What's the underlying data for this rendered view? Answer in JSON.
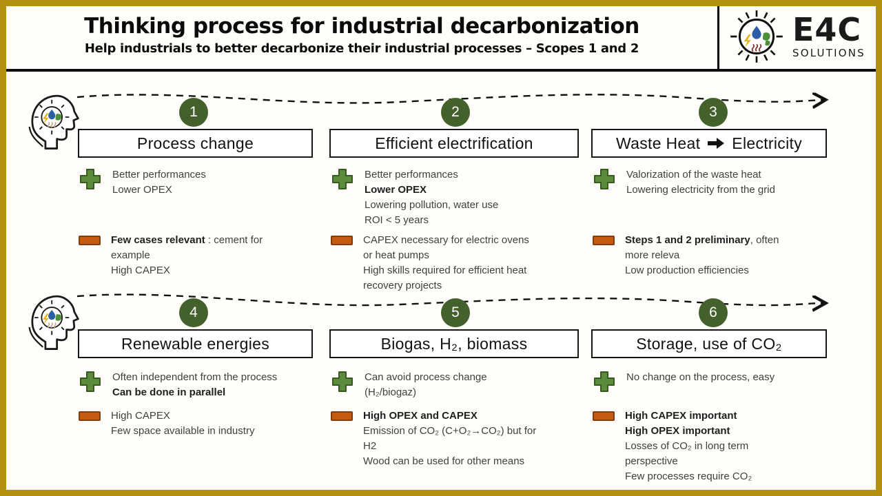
{
  "header": {
    "title": "Thinking process for industrial decarbonization",
    "subtitle": "Help industrials to better decarbonize their industrial processes – Scopes 1 and 2"
  },
  "logo": {
    "brand": "E4C",
    "tagline": "SOLUTIONS"
  },
  "steps": [
    {
      "number": "1",
      "title": "Process change",
      "pros": [
        {
          "n": "Better performances"
        },
        {
          "n": "Lower OPEX"
        }
      ],
      "cons": [
        {
          "b": "Few cases relevant",
          "n": " : cement for"
        },
        {
          "n": "example"
        },
        {
          "n": "High CAPEX"
        }
      ]
    },
    {
      "number": "2",
      "title": "Efficient electrification",
      "pros": [
        {
          "n": "Better performances"
        },
        {
          "b": "Lower OPEX"
        },
        {
          "n": "Lowering pollution, water use"
        },
        {
          "n": "ROI < 5 years"
        }
      ],
      "cons": [
        {
          "n": "CAPEX necessary for electric ovens"
        },
        {
          "n": "or heat pumps"
        },
        {
          "n": "High skills required for efficient heat"
        },
        {
          "n": "recovery projects"
        }
      ]
    },
    {
      "number": "3",
      "title_pre": "Waste Heat",
      "title_post": "Electricity",
      "pros": [
        {
          "n": "Valorization of the waste heat"
        },
        {
          "n": "Lowering electricity from the grid"
        }
      ],
      "cons": [
        {
          "b": "Steps 1 and 2 preliminary",
          "n": ", often"
        },
        {
          "n": "more releva"
        },
        {
          "n": "Low production efficiencies"
        }
      ]
    },
    {
      "number": "4",
      "title": "Renewable energies",
      "pros": [
        {
          "n": "Often independent from the process"
        },
        {
          "b": "Can be done in parallel"
        }
      ],
      "cons": [
        {
          "n": "High CAPEX"
        },
        {
          "n": "Few space available in industry"
        }
      ]
    },
    {
      "number": "5",
      "title": "Biogas, H₂, biomass",
      "pros": [
        {
          "n": "Can avoid process change"
        },
        {
          "n": "(H₂/biogaz)"
        }
      ],
      "cons": [
        {
          "b": "High OPEX and CAPEX"
        },
        {
          "n": "Emission of CO₂ (C+O₂→CO₂) but for"
        },
        {
          "n": "H2"
        },
        {
          "n": "Wood can be used for other means"
        }
      ]
    },
    {
      "number": "6",
      "title": "Storage, use of CO₂",
      "pros": [
        {
          "n": "No change on the process, easy"
        }
      ],
      "cons": [
        {
          "b": "High CAPEX important"
        },
        {
          "b": "High OPEX important"
        },
        {
          "n": "Losses of CO₂ in long term"
        },
        {
          "n": "perspective"
        },
        {
          "n": "Few processes require CO₂"
        }
      ]
    }
  ],
  "icons": {
    "step_marker": "thinking-head-icon",
    "pro": "plus-icon",
    "con": "minus-icon",
    "logo_icon": "sun-energy-icon",
    "flow": "dashed-arrow"
  },
  "colors": {
    "border_gold": "#B2900E",
    "badge_green": "#44602B",
    "pro_green": "#5B8C3E",
    "pro_green_dark": "#375A1E",
    "con_orange": "#C55A11",
    "con_orange_dark": "#7F3D09",
    "drop_blue": "#2B5FA8",
    "bolt_yellow": "#E8B41B",
    "leaf_green": "#4E8F3A",
    "heat_maroon": "#7E3B2F"
  }
}
